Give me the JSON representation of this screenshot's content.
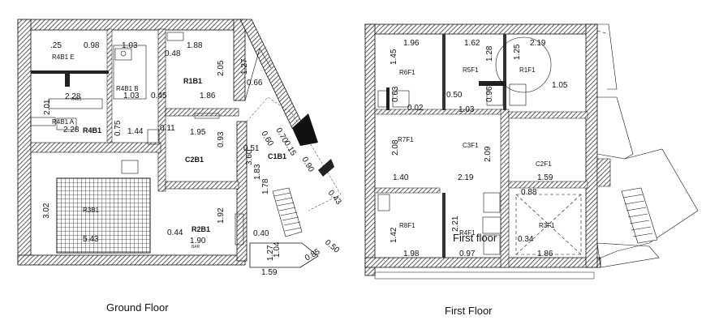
{
  "ground": {
    "caption": "Ground Floor",
    "rooms": {
      "r4b1e": "R4B1 E",
      "r4b1b": "R4B1 B",
      "r4b1a": "R4B1 A",
      "r4b1_small": "R4B1",
      "r4b1_main": "R4B1",
      "r1b1": "R1B1",
      "c2b1": "C2B1",
      "c1b1": "C1B1",
      "r2b1": "R2B1",
      "r3b1": "R3B1",
      "bar": "BAR"
    },
    "dims": {
      "d025": ".25",
      "d098": "0.98",
      "d103": "1.03",
      "d188": "1.88",
      "d048": "0.48",
      "d205": "2.05",
      "d127": "1.27",
      "d066": "0.66",
      "d228": "2.28",
      "d103b": "1.03",
      "d045": "0.45",
      "d186": "1.86",
      "d201": "2.01",
      "d228b": "2.28",
      "d075": "0.75",
      "d144": "1.44",
      "d011": "0.11",
      "d195": "1.95",
      "d093": "0.93",
      "d051": "0.51",
      "d360": "3.60",
      "d183": "1.83",
      "d302": "3.02",
      "d543": "5.43",
      "d044": "0.44",
      "d190": "1.90",
      "d192": "1.92",
      "d040": "0.40",
      "d159": "1.59",
      "d050": "0.50",
      "d085": "0.85",
      "d043": "0.43",
      "d070": "0.70",
      "d060": "0.60",
      "d015": "0.15",
      "d090": "0.90",
      "d178": "1.78",
      "d104": "1.04",
      "d127b": "1.27"
    }
  },
  "first": {
    "caption": "First Floor",
    "overlay": "First floor",
    "rooms": {
      "r6f1": "R6F1",
      "r5f1": "R5F1",
      "r1f1": "R1F1",
      "r7f1": "R7F1",
      "c3f1": "C3F1",
      "c2f1": "C2F1",
      "r8f1": "R8F1",
      "r4f1": "R4F1",
      "r3f1": "R3F1"
    },
    "dims": {
      "d196": "1.96",
      "d162": "1.62",
      "d219": "2.19",
      "d145": "1.45",
      "d128": "1.28",
      "d125": "1.25",
      "d105": "1.05",
      "d050": "0.50",
      "d103": "1.03",
      "d096": "0.96",
      "d063": "0.63",
      "d208": "2.08",
      "d209": "2.09",
      "d140": "1.40",
      "d219b": "2.19",
      "d159": "1.59",
      "d088": "0.88",
      "d142": "1.42",
      "d221": "2.21",
      "d034": "0.34",
      "d198": "1.98",
      "d097": "0.97",
      "d186": "1.86",
      "d002": "0.02"
    }
  }
}
